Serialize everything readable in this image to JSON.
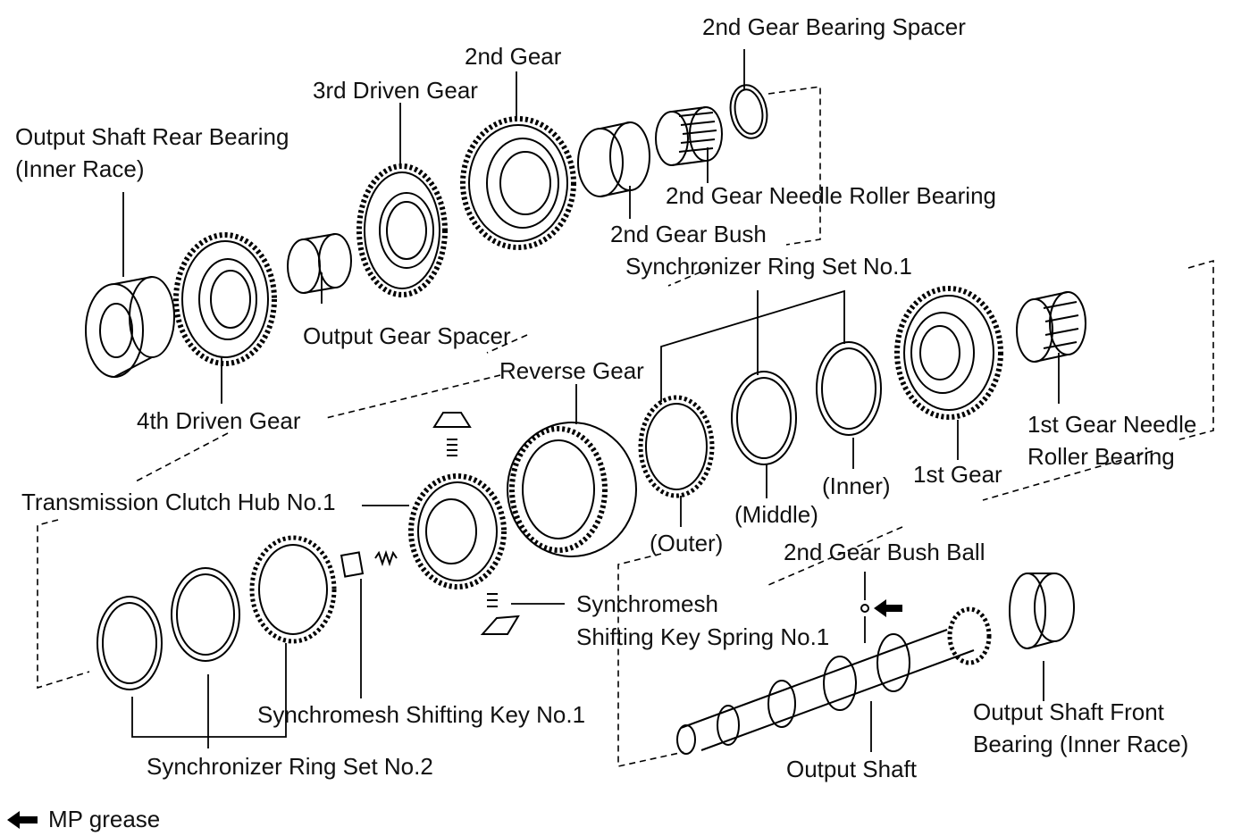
{
  "labels": {
    "spacer_2nd_bearing": "2nd Gear Bearing Spacer",
    "gear_2nd": "2nd Gear",
    "driven_3rd": "3rd Driven Gear",
    "rear_bearing_l1": "Output Shaft Rear Bearing",
    "rear_bearing_l2": "(Inner Race)",
    "needle_2nd": "2nd Gear Needle Roller Bearing",
    "bush_2nd": "2nd Gear Bush",
    "sync_set_1": "Synchronizer Ring Set No.1",
    "output_spacer": "Output Gear Spacer",
    "reverse_gear": "Reverse Gear",
    "driven_4th": "4th Driven Gear",
    "needle_1st_l1": "1st Gear Needle",
    "needle_1st_l2": "Roller Bearing",
    "clutch_hub": "Transmission Clutch Hub No.1",
    "inner": "(Inner)",
    "gear_1st": "1st Gear",
    "middle": "(Middle)",
    "outer": "(Outer)",
    "bush_ball": "2nd Gear Bush Ball",
    "key_spring_l1": "Synchromesh",
    "key_spring_l2": "Shifting Key Spring No.1",
    "shifting_key": "Synchromesh Shifting Key No.1",
    "front_bearing_l1": "Output Shaft Front",
    "front_bearing_l2": "Bearing (Inner Race)",
    "sync_set_2": "Synchronizer Ring Set No.2",
    "output_shaft": "Output Shaft"
  },
  "legend": {
    "arrow_icon": "left-arrow-icon",
    "text": "MP grease"
  }
}
